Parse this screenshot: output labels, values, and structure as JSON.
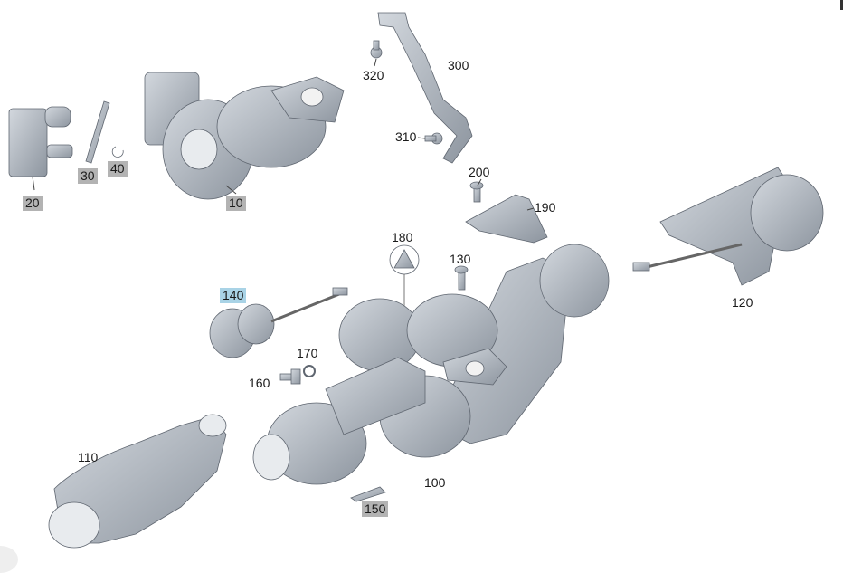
{
  "diagram": {
    "colors": {
      "part": "#a9b0ba",
      "part_dark": "#7d8590",
      "part_light": "#cfd4da",
      "callout_gray": "#b3b3b3",
      "callout_active": "#a9d3e6"
    },
    "callouts": [
      {
        "id": "20",
        "label": "20",
        "style": "gray"
      },
      {
        "id": "30",
        "label": "30",
        "style": "gray"
      },
      {
        "id": "40",
        "label": "40",
        "style": "gray"
      },
      {
        "id": "10",
        "label": "10",
        "style": "gray"
      },
      {
        "id": "320",
        "label": "320",
        "style": "plain"
      },
      {
        "id": "300",
        "label": "300",
        "style": "plain"
      },
      {
        "id": "310",
        "label": "310",
        "style": "plain"
      },
      {
        "id": "200",
        "label": "200",
        "style": "plain"
      },
      {
        "id": "190",
        "label": "190",
        "style": "plain"
      },
      {
        "id": "180",
        "label": "180",
        "style": "plain"
      },
      {
        "id": "130",
        "label": "130",
        "style": "plain"
      },
      {
        "id": "140",
        "label": "140",
        "style": "active"
      },
      {
        "id": "120",
        "label": "120",
        "style": "plain"
      },
      {
        "id": "170",
        "label": "170",
        "style": "plain"
      },
      {
        "id": "160",
        "label": "160",
        "style": "plain"
      },
      {
        "id": "110",
        "label": "110",
        "style": "plain"
      },
      {
        "id": "100",
        "label": "100",
        "style": "plain"
      },
      {
        "id": "150",
        "label": "150",
        "style": "gray"
      }
    ]
  }
}
